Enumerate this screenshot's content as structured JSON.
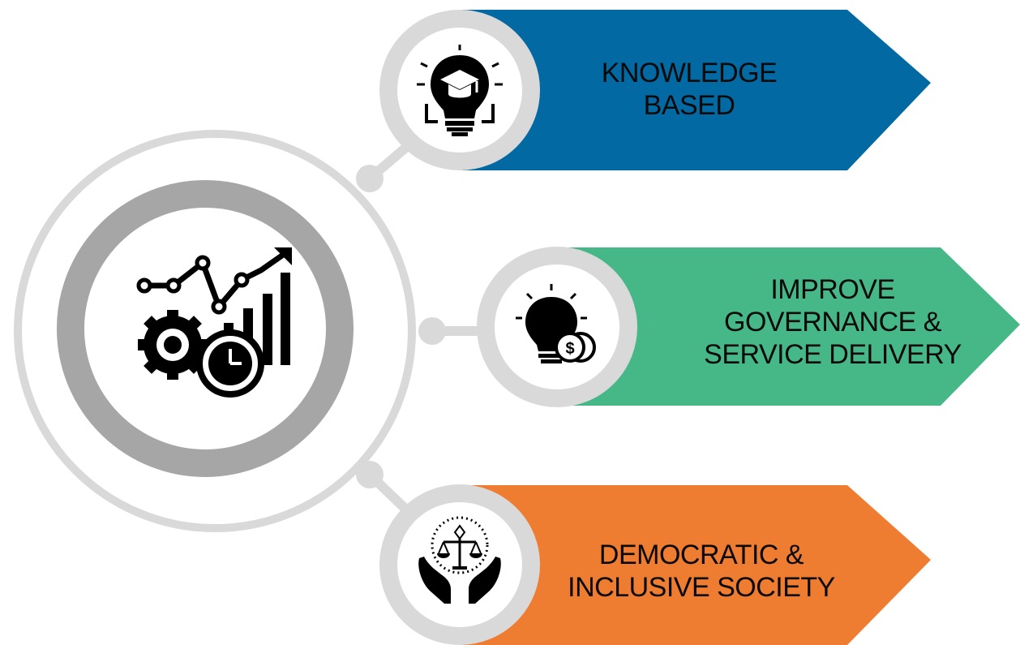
{
  "center": {
    "icon": "growth-chart-gear-clock-icon"
  },
  "items": [
    {
      "key": "knowledge",
      "lines": [
        "KNOWLEDGE",
        "BASED"
      ],
      "color": "#0369a3",
      "icon": "lightbulb-graduation-cap-icon"
    },
    {
      "key": "governance",
      "lines": [
        "IMPROVE",
        "GOVERNANCE &",
        "SERVICE DELIVERY"
      ],
      "color": "#46b887",
      "icon": "lightbulb-coins-icon"
    },
    {
      "key": "democratic",
      "lines": [
        "DEMOCRATIC &",
        "INCLUSIVE SOCIETY"
      ],
      "color": "#ee7d31",
      "icon": "hands-scales-icon"
    }
  ],
  "palette": {
    "ring_light": "#d9d9d9",
    "ring_dark": "#a6a6a6",
    "icon_ink": "#000000"
  }
}
